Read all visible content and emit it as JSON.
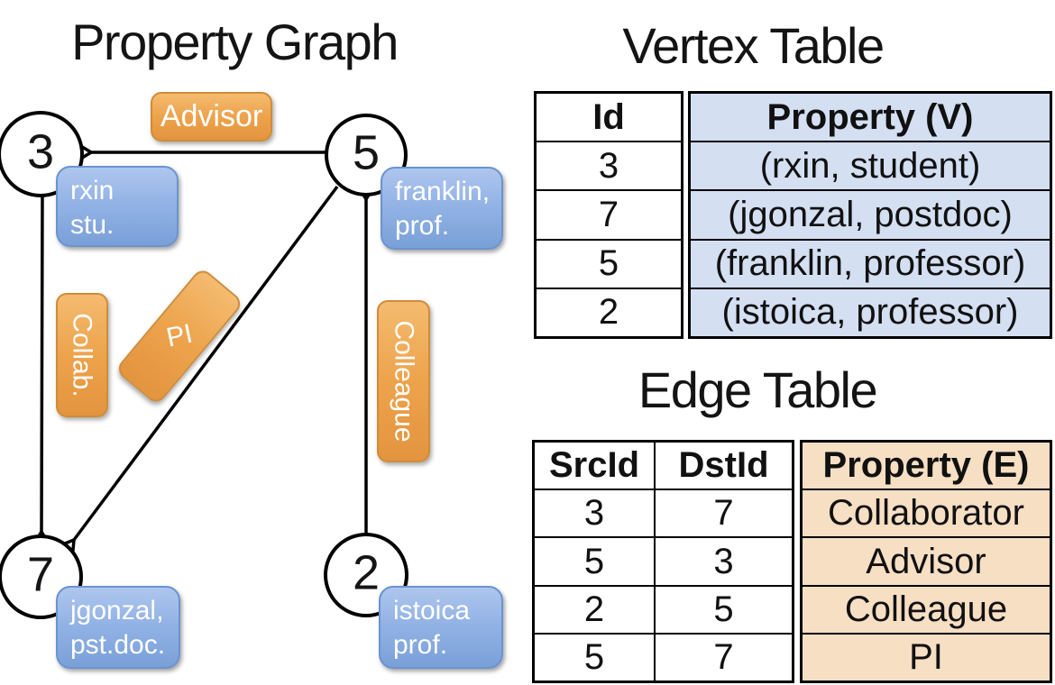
{
  "colors": {
    "edge_label_orange": "#EDA34C",
    "edge_label_border": "#CF8C3A",
    "node_label_blue": "#93B3E5",
    "node_label_border": "#6B93CF",
    "vertex_property_bg": "#D4DFF2",
    "edge_property_bg": "#F7DFC4",
    "line_color": "#000000",
    "label_text": "#FFFFFF"
  },
  "graph": {
    "title": "Property Graph",
    "nodes": [
      {
        "id": "3",
        "line1": "rxin",
        "line2": "stu."
      },
      {
        "id": "5",
        "line1": "franklin,",
        "line2": "prof."
      },
      {
        "id": "7",
        "line1": "jgonzal,",
        "line2": "pst.doc."
      },
      {
        "id": "2",
        "line1": "istoica",
        "line2": "prof."
      }
    ],
    "edge_labels": {
      "advisor": "Advisor",
      "collab": "Collab.",
      "pi": "PI",
      "colleague": "Colleague"
    }
  },
  "vertex_table": {
    "title": "Vertex Table",
    "headers": {
      "id": "Id",
      "property": "Property (V)"
    },
    "rows": [
      {
        "id": "3",
        "property": "(rxin, student)"
      },
      {
        "id": "7",
        "property": "(jgonzal, postdoc)"
      },
      {
        "id": "5",
        "property": "(franklin, professor)"
      },
      {
        "id": "2",
        "property": "(istoica, professor)"
      }
    ]
  },
  "edge_table": {
    "title": "Edge Table",
    "headers": {
      "src": "SrcId",
      "dst": "DstId",
      "property": "Property (E)"
    },
    "rows": [
      {
        "src": "3",
        "dst": "7",
        "property": "Collaborator"
      },
      {
        "src": "5",
        "dst": "3",
        "property": "Advisor"
      },
      {
        "src": "2",
        "dst": "5",
        "property": "Colleague"
      },
      {
        "src": "5",
        "dst": "7",
        "property": "PI"
      }
    ]
  }
}
